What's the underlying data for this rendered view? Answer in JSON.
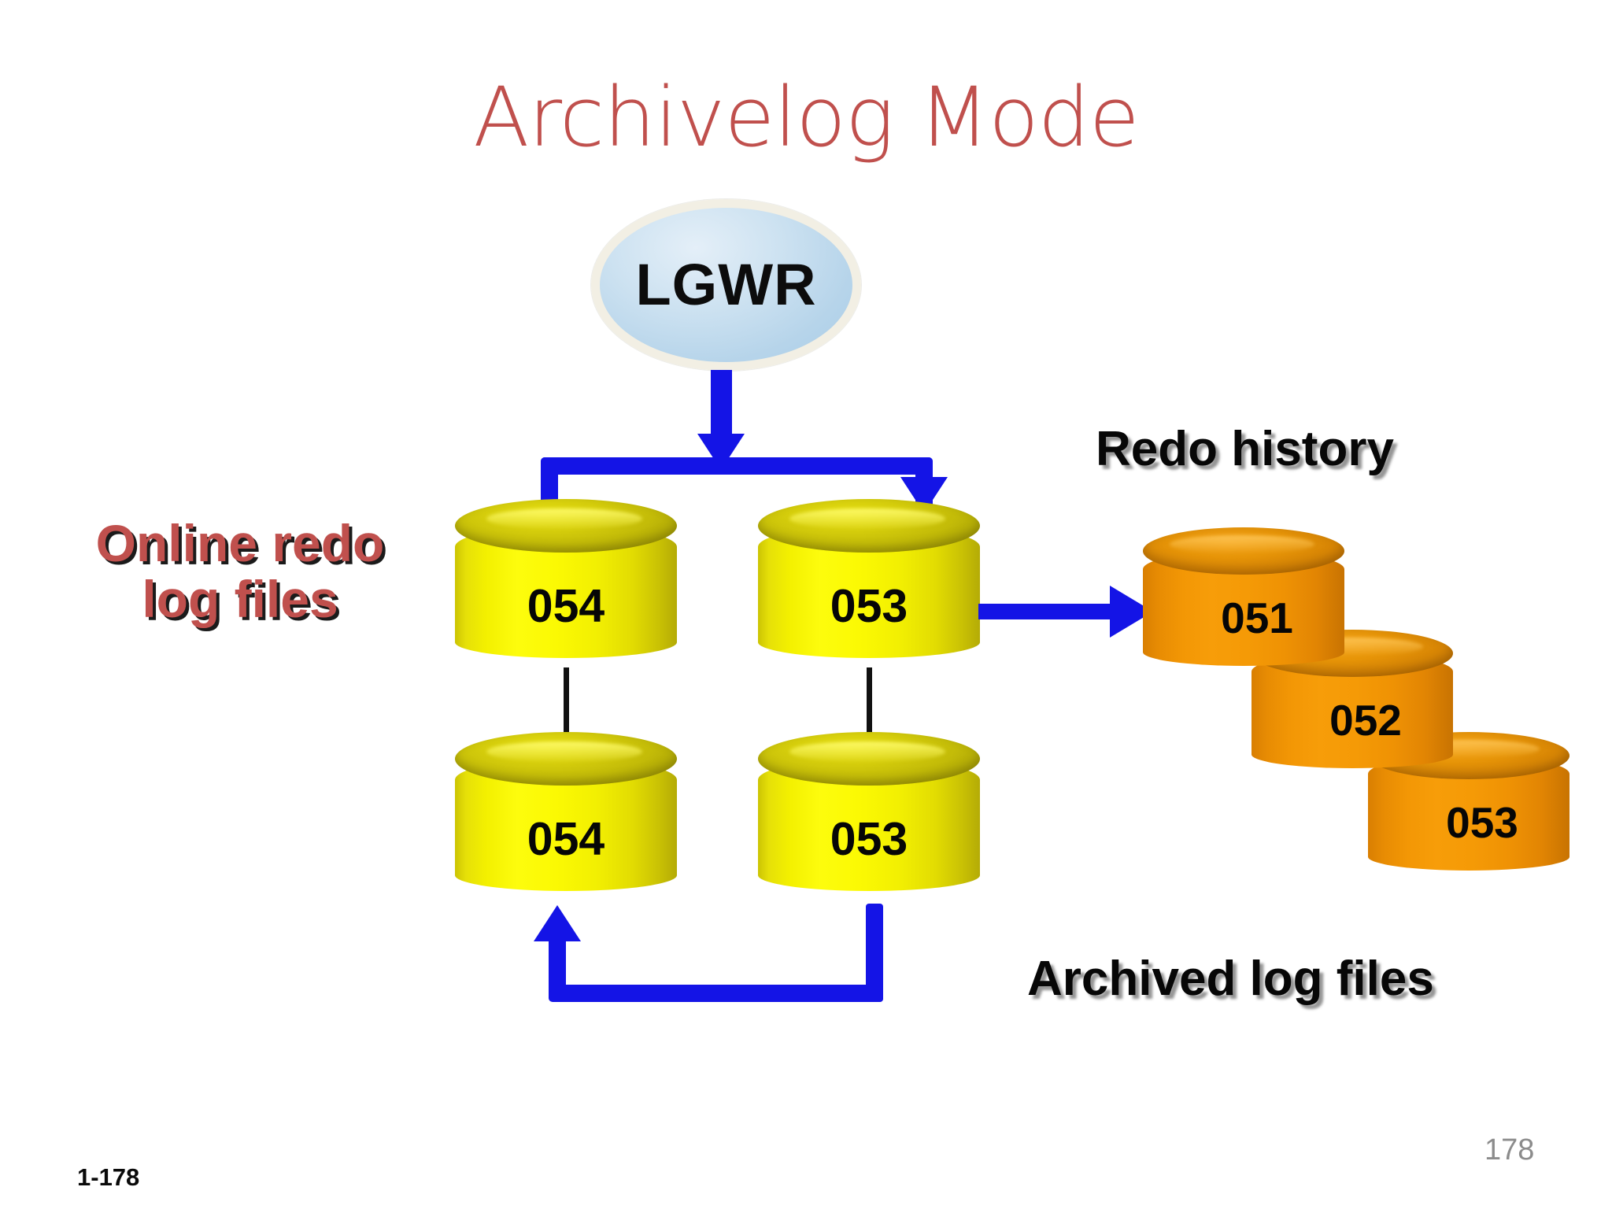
{
  "slide": {
    "title": "Archivelog Mode",
    "title_color": "#c0504d",
    "background": "#ffffff",
    "footer_left": "1-178",
    "page_number": "178"
  },
  "process": {
    "lgwr_label": "LGWR",
    "fill_color": "#bcd9ec",
    "border_color": "#f2efe4"
  },
  "labels": {
    "online_redo_line1": "Online redo",
    "online_redo_line2": "log files",
    "online_redo_color": "#c0504d",
    "redo_history": "Redo history",
    "archived_log_files": "Archived log files",
    "black_label_color": "#070707"
  },
  "connectors": {
    "color": "#1414e6",
    "black_link_color": "#111111"
  },
  "online_redo_logs": {
    "group_color": "#f5f000",
    "members": [
      {
        "id": "upper-left",
        "label": "054"
      },
      {
        "id": "upper-right",
        "label": "053"
      },
      {
        "id": "lower-left",
        "label": "054"
      },
      {
        "id": "lower-right",
        "label": "053"
      }
    ]
  },
  "archived_logs": {
    "group_color": "#f29505",
    "members": [
      {
        "id": "archive-1",
        "label": "051"
      },
      {
        "id": "archive-2",
        "label": "052"
      },
      {
        "id": "archive-3",
        "label": "053"
      }
    ]
  }
}
